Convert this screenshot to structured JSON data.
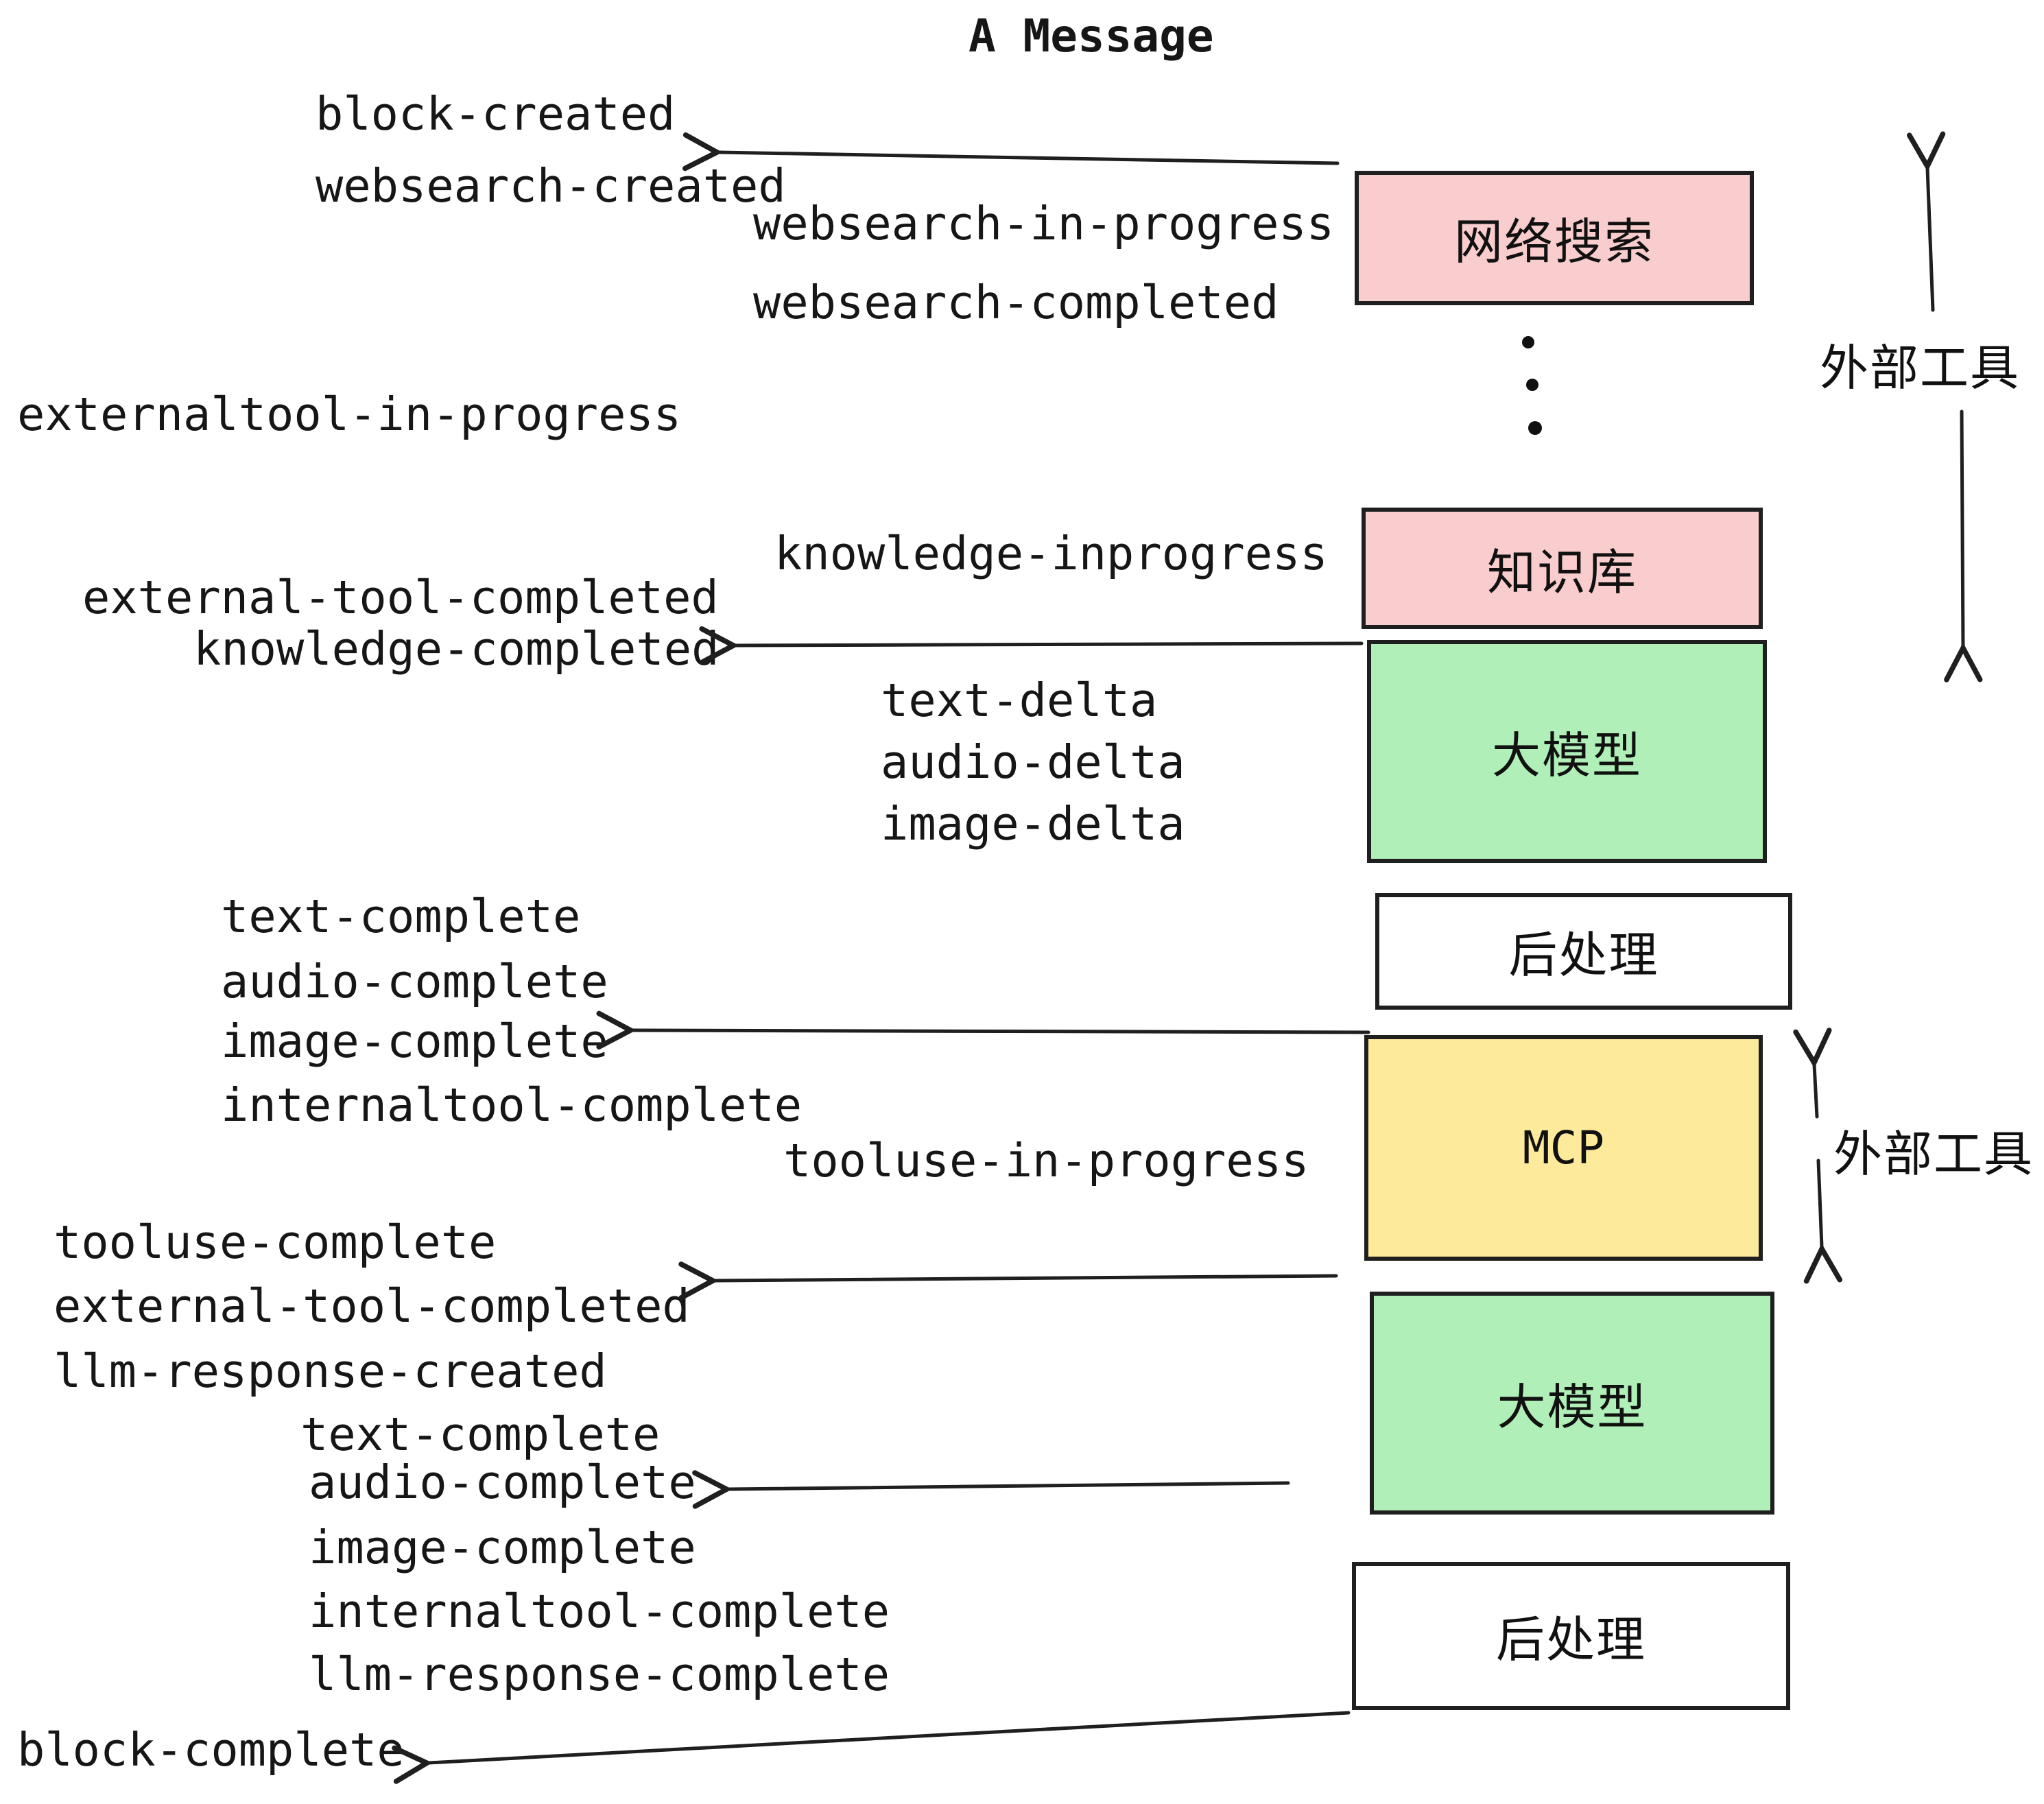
{
  "title": "A Message",
  "colors": {
    "box_pink": "#f9cdcd",
    "box_green": "#b0efb8",
    "box_yellow": "#fdea9a",
    "box_white": "#ffffff",
    "outline": "#1f1f1f",
    "text": "#161616"
  },
  "boxes": [
    {
      "id": "websearch",
      "label": "网络搜索",
      "color": "#f9cdcd"
    },
    {
      "id": "knowledge",
      "label": "知识库",
      "color": "#f9cdcd"
    },
    {
      "id": "llm-1",
      "label": "大模型",
      "color": "#b0efb8"
    },
    {
      "id": "postprocess-1",
      "label": "后处理",
      "color": "#ffffff"
    },
    {
      "id": "mcp",
      "label": "MCP",
      "color": "#fdea9a"
    },
    {
      "id": "llm-2",
      "label": "大模型",
      "color": "#b0efb8"
    },
    {
      "id": "postprocess-2",
      "label": "后处理",
      "color": "#ffffff"
    }
  ],
  "side_labels": [
    {
      "text": "外部工具"
    },
    {
      "text": "外部工具"
    }
  ],
  "events": [
    {
      "text": "block-created"
    },
    {
      "text": "websearch-created"
    },
    {
      "text": "websearch-in-progress"
    },
    {
      "text": "websearch-completed"
    },
    {
      "text": "externaltool-in-progress"
    },
    {
      "text": "knowledge-inprogress"
    },
    {
      "text": "external-tool-completed"
    },
    {
      "text": "knowledge-completed"
    },
    {
      "text": "text-delta"
    },
    {
      "text": "audio-delta"
    },
    {
      "text": "image-delta"
    },
    {
      "text": "text-complete"
    },
    {
      "text": "audio-complete"
    },
    {
      "text": "image-complete"
    },
    {
      "text": "internaltool-complete"
    },
    {
      "text": "tooluse-in-progress"
    },
    {
      "text": "tooluse-complete"
    },
    {
      "text": "external-tool-completed"
    },
    {
      "text": "llm-response-created"
    },
    {
      "text": "text-complete"
    },
    {
      "text": "audio-complete"
    },
    {
      "text": "image-complete"
    },
    {
      "text": "internaltool-complete"
    },
    {
      "text": "llm-response-complete"
    },
    {
      "text": "block-complete"
    }
  ],
  "decorations": {
    "ellipsis_dots_count": 3
  }
}
